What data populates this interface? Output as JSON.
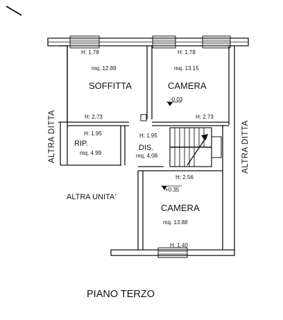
{
  "plan_title": "PIANO TERZO",
  "neighbors": {
    "left": "ALTRA DITTA",
    "right": "ALTRA DITTA",
    "lower_left": "ALTRA UNITA'"
  },
  "rooms": {
    "soffitta": {
      "name": "SOFFITTA",
      "height_top": "H: 1.78",
      "area": "mq. 12.89",
      "height_bottom": "H: 2.73"
    },
    "camera_top": {
      "name": "CAMERA",
      "height_top": "H: 1.78",
      "area": "mq. 13.15",
      "level": "-0.03",
      "height_bottom": "H: 2.73"
    },
    "ripostiglio": {
      "name": "RIP.",
      "height": "H: 1.95",
      "area": "mq. 4.99"
    },
    "disimpegno": {
      "name": "DIS.",
      "height": "H: 1.95",
      "area": "mq. 4.08"
    },
    "camera_bottom": {
      "name": "CAMERA",
      "height_top": "H: 2.56",
      "level": "+0.35",
      "area": "mq. 13.88",
      "height_bottom": "H: 1.40"
    }
  }
}
